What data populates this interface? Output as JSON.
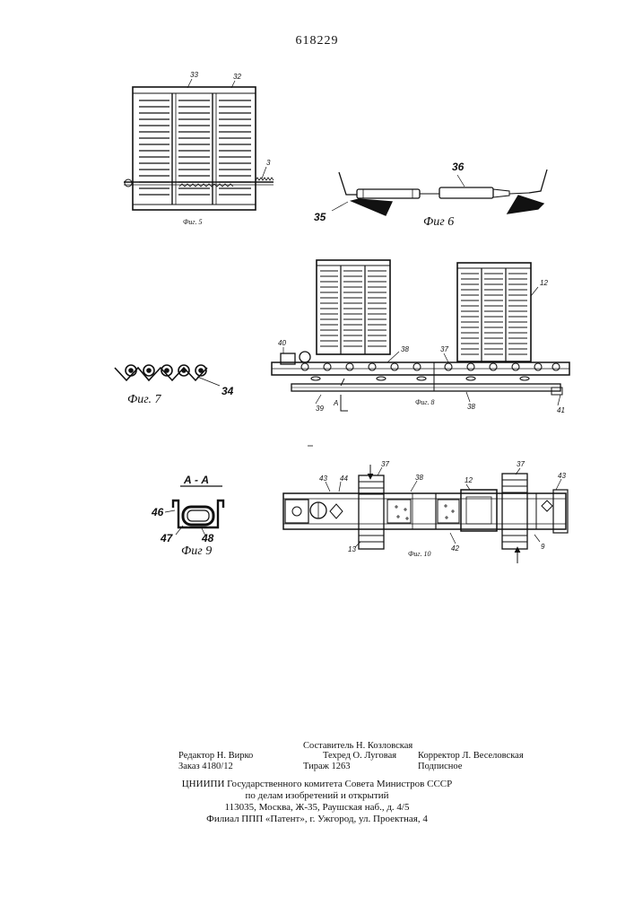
{
  "patent_number": "618229",
  "figures": {
    "fig5": {
      "caption": "Фиг. 5",
      "labels": {
        "l33": "33",
        "l32": "32",
        "l3": "3"
      }
    },
    "fig6": {
      "caption": "Фиг 6",
      "labels": {
        "l35": "35",
        "l36": "36"
      }
    },
    "fig7": {
      "caption": "Фиг. 7",
      "labels": {
        "l34": "34"
      }
    },
    "fig8": {
      "caption": "Фиг. 8",
      "labels": {
        "l40": "40",
        "l38a": "38",
        "l37": "37",
        "l12": "12",
        "l39": "39",
        "lA": "A",
        "l38b": "38",
        "l41": "41"
      }
    },
    "fig9": {
      "caption": "Фиг 9",
      "section": "А - А",
      "labels": {
        "l46": "46",
        "l47": "47",
        "l48": "48"
      }
    },
    "fig10": {
      "caption": "Фиг. 10",
      "labels": {
        "l43a": "43",
        "l44": "44",
        "l37a": "37",
        "l38": "38",
        "l12": "12",
        "l37b": "37",
        "l43b": "43",
        "l13": "13",
        "l42": "42",
        "l9": "9"
      }
    }
  },
  "imprint": {
    "compiler": "Составитель Н. Козловская",
    "editor": "Редактор Н. Вирко",
    "techred": "Техред О. Луговая",
    "corrector": "Корректор Л. Веселовская",
    "order": "Заказ 4180/12",
    "circulation": "Тираж 1263",
    "subscription": "Подписное"
  },
  "footer": {
    "line1": "ЦНИИПИ Государственного комитета Совета Министров СССР",
    "line2": "по делам изобретений и открытий",
    "line3": "113035, Москва, Ж-35, Раушская наб., д. 4/5",
    "line4": "Филиал ППП «Патент», г. Ужгород, ул. Проектная, 4"
  }
}
